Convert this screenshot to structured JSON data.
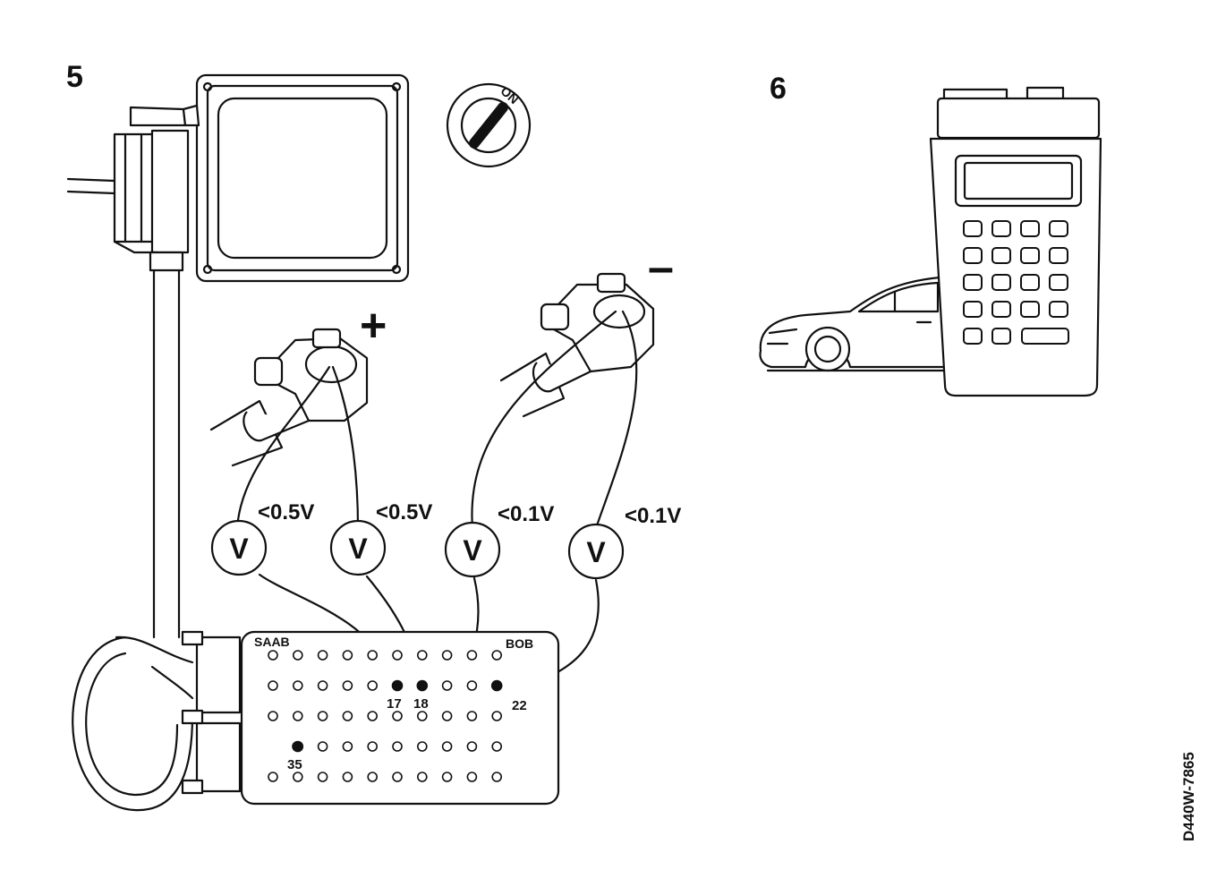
{
  "steps": {
    "step5_number": "5",
    "step6_number": "6"
  },
  "ignition": {
    "switch_label": "ON"
  },
  "battery": {
    "positive_symbol": "+",
    "negative_symbol": "–"
  },
  "voltmeters": [
    {
      "symbol": "V",
      "reading": "<0.5V"
    },
    {
      "symbol": "V",
      "reading": "<0.5V"
    },
    {
      "symbol": "V",
      "reading": "<0.1V"
    },
    {
      "symbol": "V",
      "reading": "<0.1V"
    }
  ],
  "breakout_box": {
    "brand_label": "SAAB",
    "name_label": "BOB",
    "pins": [
      "17",
      "18",
      "22",
      "35"
    ]
  },
  "figure_reference": "D440W-7865"
}
